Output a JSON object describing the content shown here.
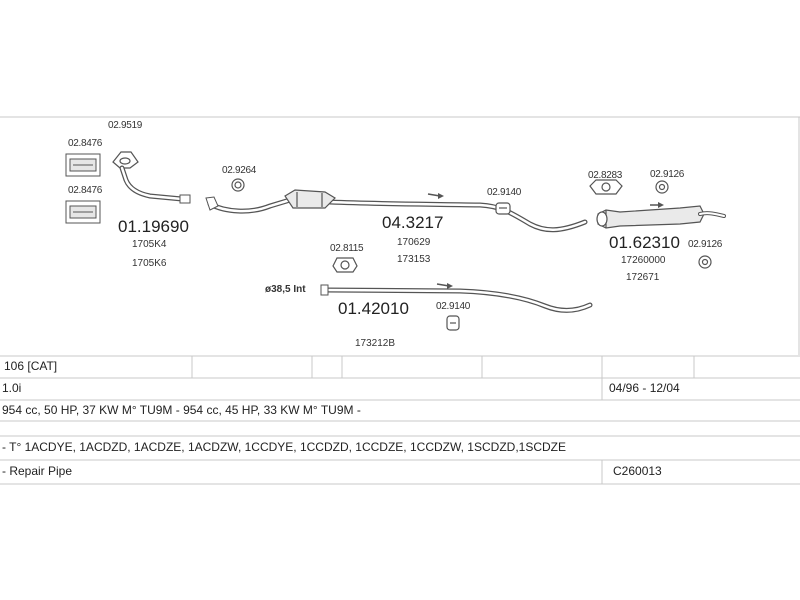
{
  "diagram": {
    "labels": {
      "p_029519": "02.9519",
      "p_028476a": "02.8476",
      "p_028476b": "02.8476",
      "p_0119690": "01.19690",
      "p_1705k4": "1705K4",
      "p_1705k6": "1705K6",
      "p_029264": "02.9264",
      "p_043217": "04.3217",
      "p_170629": "170629",
      "p_173153": "173153",
      "p_029140a": "02.9140",
      "p_028283": "02.8283",
      "p_029126a": "02.9126",
      "p_0162310": "01.62310",
      "p_17260000": "17260000",
      "p_172671": "172671",
      "p_029126b": "02.9126",
      "p_028115": "02.8115",
      "p_dim": "ø38,5 Int",
      "p_0142010": "01.42010",
      "p_029140b": "02.9140",
      "p_173212b": "173212B"
    }
  },
  "vehicle": {
    "model": "106  [CAT]",
    "engine": "1.0i",
    "dates": "04/96 - 12/04",
    "specs": "954 cc, 50 HP, 37 KW M° TU9M - 954 cc, 45 HP, 33 KW M° TU9M -",
    "engine_codes": "- T° 1ACDYE, 1ACDZD, 1ACDZE, 1ACDZW, 1CCDYE, 1CCDZD, 1CCDZE, 1CCDZW, 1SCDZD,1SCDZE",
    "note": "- Repair Pipe",
    "ref": "C260013"
  },
  "colors": {
    "line": "#555555",
    "grid": "#c8c8c8",
    "text": "#222222"
  }
}
